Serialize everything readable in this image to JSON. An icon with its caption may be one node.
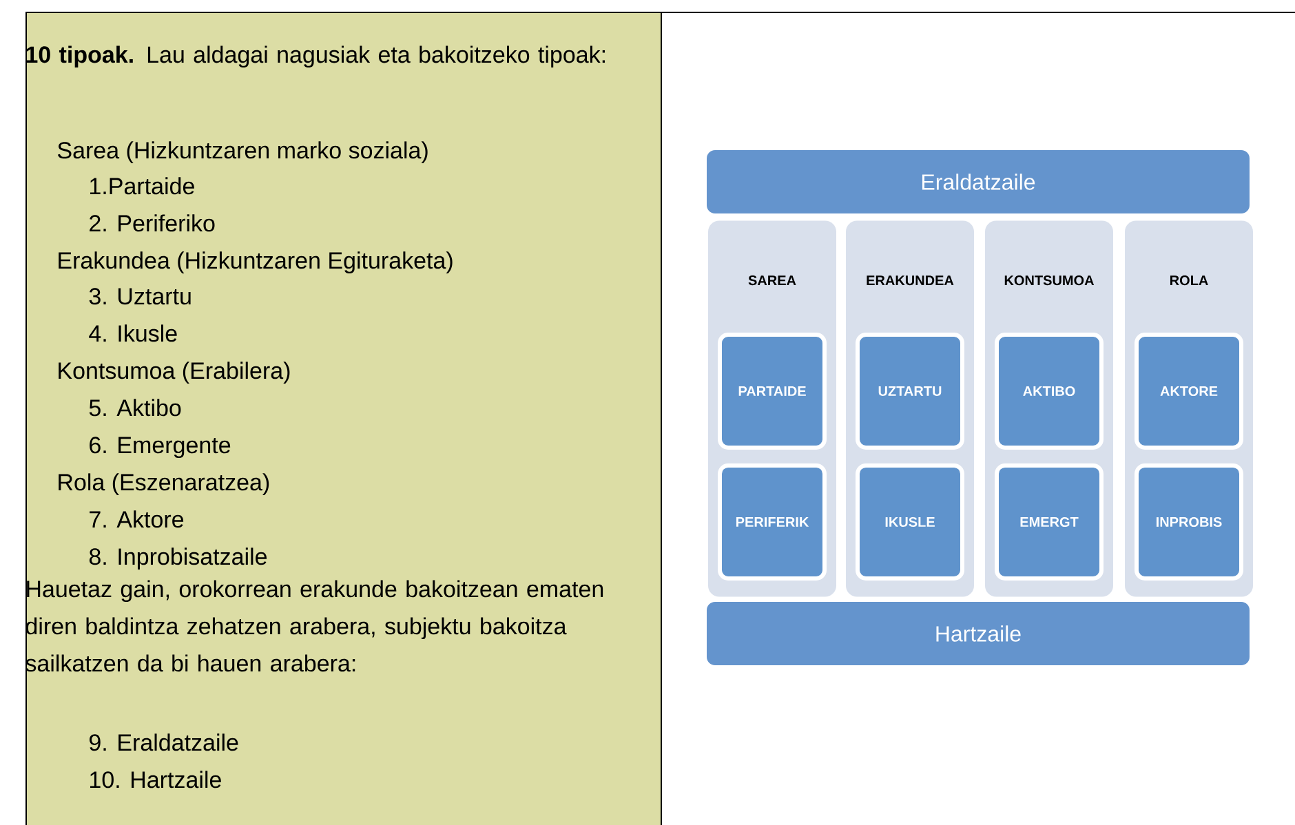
{
  "diagram": {
    "nodes": [
      {
        "text": [
          "Eraldatzaile"
        ]
      },
      {
        "text": [
          "SAREA"
        ]
      },
      {
        "text": [
          "PARTAIDE"
        ],
        "in": 1
      },
      {
        "text": [
          "PERIFERIK"
        ],
        "in": 1
      },
      {
        "text": [
          "ERAKUNDEA"
        ]
      },
      {
        "text": [
          "UZTARTU"
        ],
        "in": 4
      },
      {
        "text": [
          "IKUSLE"
        ],
        "in": 4
      },
      {
        "text": [
          "KONTSUMOA"
        ]
      },
      {
        "text": [
          "AKTIBO"
        ],
        "in": 7
      },
      {
        "text": [
          "EMERGT"
        ],
        "in": 7
      },
      {
        "text": [
          "ROLA"
        ]
      },
      {
        "text": [
          "AKTORE"
        ],
        "in": 10
      },
      {
        "text": [
          "INPROBIS"
        ],
        "in": 10
      },
      {
        "text": [
          "Hartzaile"
        ]
      }
    ],
    "labels": [
      "**10 tipoak.** Lau aldagai nagusiak eta bakoitzeko tipoak:",
      "Sarea (Hizkuntzaren marko soziala)",
      "1.Partaide",
      "2. Periferiko",
      "Erakundea (Hizkuntzaren Egituraketa)",
      "3. Uztartu",
      "4. Ikusle",
      "Kontsumoa (Erabilera)",
      "5. Aktibo",
      "6. Emergente",
      "Rola (Eszenaratzea)",
      "7. Aktore",
      "8. Inprobisatzaile",
      "Hauetaz gain, orokorrean erakunde bakoitzean ematen diren baldintza zehatzen arabera, subjektu bakoitza sailkatzen da bi hauen arabera:",
      "9. Eraldatzaile",
      "10. Hartzaile"
    ]
  }
}
